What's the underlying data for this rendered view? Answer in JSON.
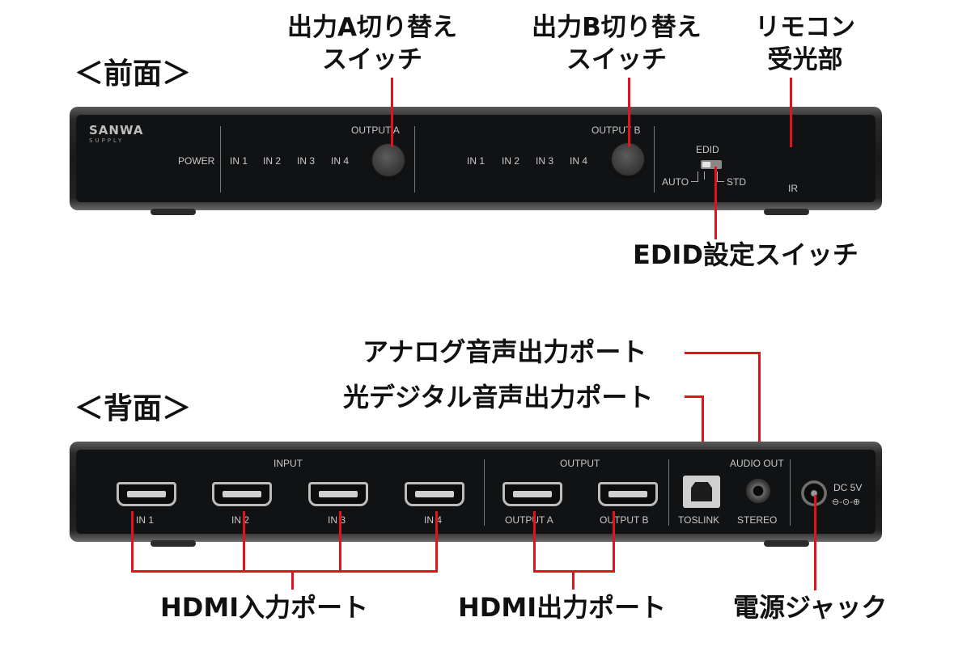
{
  "sections": {
    "front": "＜前面＞",
    "back": "＜背面＞"
  },
  "callouts": {
    "output_a_switch": [
      "出力A切り替え",
      "スイッチ"
    ],
    "output_b_switch": [
      "出力B切り替え",
      "スイッチ"
    ],
    "remote_receiver": [
      "リモコン",
      "受光部"
    ],
    "edid_switch": "EDID設定スイッチ",
    "analog_audio": "アナログ音声出力ポート",
    "optical_audio": "光デジタル音声出力ポート",
    "hdmi_in": "HDMI入力ポート",
    "hdmi_out": "HDMI出力ポート",
    "power_jack": "電源ジャック"
  },
  "front_panel": {
    "logo_main": "SANWA",
    "logo_sub": "SUPPLY",
    "power": "POWER",
    "output_a": "OUTPUT A",
    "output_b": "OUTPUT B",
    "inputs_a": [
      "IN 1",
      "IN 2",
      "IN 3",
      "IN 4"
    ],
    "inputs_b": [
      "IN 1",
      "IN 2",
      "IN 3",
      "IN 4"
    ],
    "edid": "EDID",
    "auto": "AUTO",
    "std": "STD",
    "ir": "IR"
  },
  "back_panel": {
    "input": "INPUT",
    "output": "OUTPUT",
    "audio_out": "AUDIO OUT",
    "ports_in": [
      "IN 1",
      "IN 2",
      "IN 3",
      "IN 4"
    ],
    "ports_out": [
      "OUTPUT A",
      "OUTPUT B"
    ],
    "toslink": "TOSLINK",
    "stereo": "STEREO",
    "dc": "DC 5V",
    "polarity": "⊖-⊙-⊕"
  },
  "colors": {
    "accent": "#e1141c",
    "device": "#1a1a1a"
  }
}
